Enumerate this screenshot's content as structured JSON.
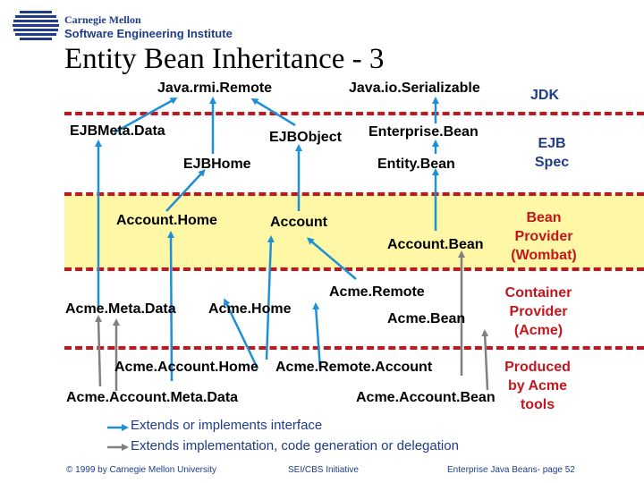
{
  "header": {
    "org_line1": "Carnegie Mellon",
    "org_line2": "Software Engineering Institute",
    "logo_icon": "sei-globe-logo"
  },
  "title": "Entity Bean Inheritance - 3",
  "layers": {
    "jdk": "JDK",
    "ejb_spec_1": "EJB",
    "ejb_spec_2": "Spec",
    "bean_provider_1": "Bean",
    "bean_provider_2": "Provider",
    "bean_provider_3": "(Wombat)",
    "container_provider_1": "Container",
    "container_provider_2": "Provider",
    "container_provider_3": "(Acme)",
    "produced_1": "Produced",
    "produced_2": "by Acme",
    "produced_3": "tools"
  },
  "nodes": {
    "java_rmi_remote": "Java.rmi.Remote",
    "java_io_serializable": "Java.io.Serializable",
    "ejb_meta_data": "EJBMeta.Data",
    "ejb_object": "EJBObject",
    "enterprise_bean": "Enterprise.Bean",
    "ejb_home": "EJBHome",
    "entity_bean": "Entity.Bean",
    "account_home": "Account.Home",
    "account": "Account",
    "account_bean": "Account.Bean",
    "acme_meta_data": "Acme.Meta.Data",
    "acme_home": "Acme.Home",
    "acme_remote": "Acme.Remote",
    "acme_bean": "Acme.Bean",
    "acme_account_home": "Acme.Account.Home",
    "acme_remote_account": "Acme.Remote.Account",
    "acme_account_meta_data": "Acme.Account.Meta.Data",
    "acme_account_bean": "Acme.Account.Bean"
  },
  "legend": {
    "extends_interface": "Extends or implements interface",
    "extends_implementation": "Extends implementation, code generation or delegation"
  },
  "footer": {
    "copyright": "© 1999 by Carnegie Mellon University",
    "initiative": "SEI/CBS Initiative",
    "page": "Enterprise Java Beans- page 52"
  },
  "colors": {
    "band": "#fdf7a6",
    "divider": "#c4161c",
    "layer_label": "#c4161c",
    "interface_arrow": "#1e90d6",
    "implementation_arrow": "#808080",
    "text_blue": "#1f3c88"
  }
}
